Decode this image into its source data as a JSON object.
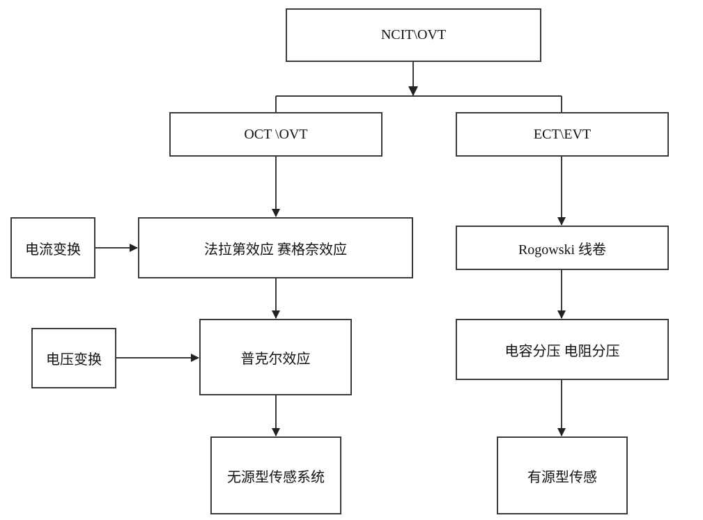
{
  "diagram": {
    "nodes": {
      "root": "NCIT\\OVT",
      "oct": "OCT \\OVT",
      "ect": "ECT\\EVT",
      "faraday": "法拉第效应 赛格奈效应",
      "current_transform": "电流变换",
      "rogowski": "Rogowski 线卷",
      "pockels": "普克尔效应",
      "voltage_transform": "电压变换",
      "dividers": "电容分压 电阻分压",
      "passive": "无源型传感系统",
      "active": "有源型传感"
    },
    "edges": [
      {
        "from": "root",
        "to": "oct"
      },
      {
        "from": "root",
        "to": "ect"
      },
      {
        "from": "oct",
        "to": "faraday"
      },
      {
        "from": "current_transform",
        "to": "faraday"
      },
      {
        "from": "faraday",
        "to": "pockels"
      },
      {
        "from": "voltage_transform",
        "to": "pockels"
      },
      {
        "from": "pockels",
        "to": "passive"
      },
      {
        "from": "ect",
        "to": "rogowski"
      },
      {
        "from": "rogowski",
        "to": "dividers"
      },
      {
        "from": "dividers",
        "to": "active"
      }
    ],
    "line_color": "#3a3a3a"
  }
}
